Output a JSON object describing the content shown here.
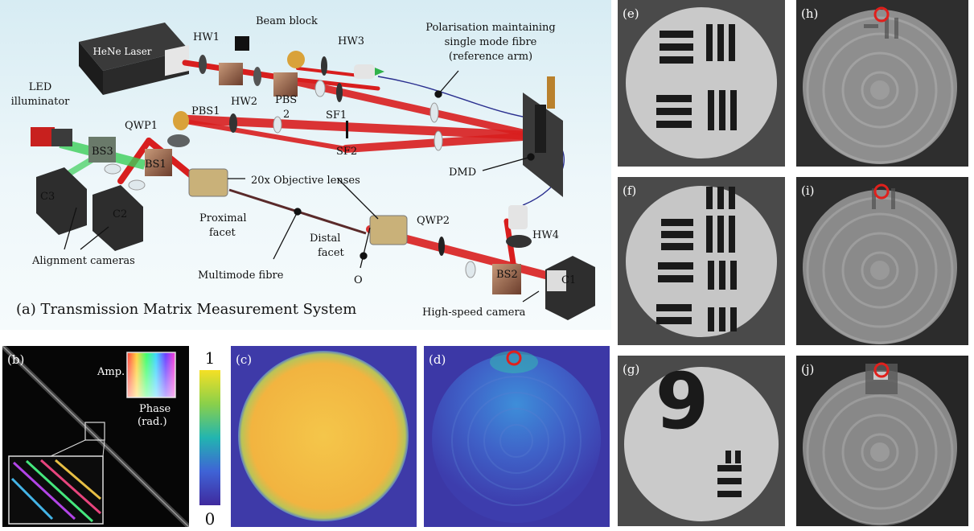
{
  "panel_a": {
    "caption": "(a) Transmission Matrix Measurement System",
    "labels": {
      "laser": "HeNe Laser",
      "hw1": "HW1",
      "beam_block": "Beam block",
      "hw3": "HW3",
      "fibre_line1": "Polarisation maintaining",
      "fibre_line2": "single mode fibre",
      "fibre_line3": "(reference arm)",
      "led_line1": "LED",
      "led_line2": "illuminator",
      "pbs1": "PBS1",
      "hw2": "HW2",
      "pbs2_a": "PBS",
      "pbs2_b": "2",
      "sf1": "SF1",
      "qwp1": "QWP1",
      "sf2": "SF2",
      "bs3": "BS3",
      "bs1": "BS1",
      "objectives": "20x Objective lenses",
      "dmd": "DMD",
      "c3": "C3",
      "c2": "C2",
      "proximal_line1": "Proximal",
      "proximal_line2": "facet",
      "distal_line1": "Distal",
      "distal_line2": "facet",
      "qwp2": "QWP2",
      "hw4": "HW4",
      "alignment": "Alignment cameras",
      "multimode": "Multimode fibre",
      "o": "O",
      "bs2": "BS2",
      "c1": "C1",
      "highspeed": "High-speed camera"
    }
  },
  "panel_b": {
    "label": "(b)",
    "amp": "Amp.",
    "phase_line1": "Phase",
    "phase_line2": "(rad.)"
  },
  "colorbar": {
    "max": "1",
    "min": "0"
  },
  "panels": {
    "c": "(c)",
    "d": "(d)",
    "e": "(e)",
    "f": "(f)",
    "g": "(g)",
    "h": "(h)",
    "i": "(i)",
    "j": "(j)"
  },
  "g_digit": "9",
  "colors": {
    "beam_red": "#d81e1e",
    "beam_green": "#3ccf5a",
    "marker_red": "#e0201c",
    "viridis_yellow": "#f5c842",
    "viridis_blue": "#3f3ab0"
  }
}
